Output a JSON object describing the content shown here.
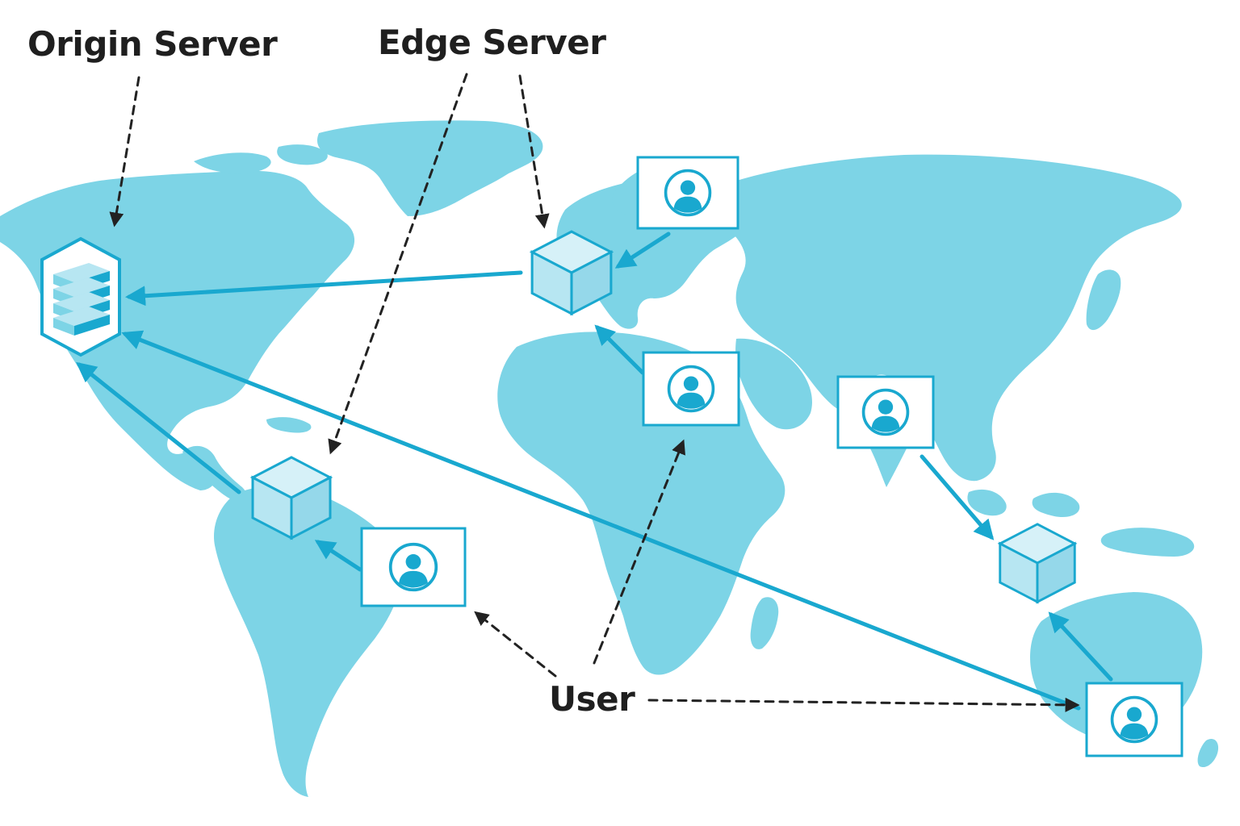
{
  "labels": {
    "origin_server": "Origin Server",
    "edge_server": "Edge Server",
    "user": "User"
  },
  "colors": {
    "map_land": "#7dd4e6",
    "accent": "#19a8cf",
    "cube_face_light": "#d6f1f8",
    "cube_face_mid": "#b7e6f2",
    "cube_face_dark": "#95d8ea",
    "annotation": "#222222",
    "user_box_border": "#19a8cf"
  },
  "icons": {
    "origin": "server-stack-icon",
    "edge": "cube-icon",
    "user": "user-avatar-icon"
  }
}
